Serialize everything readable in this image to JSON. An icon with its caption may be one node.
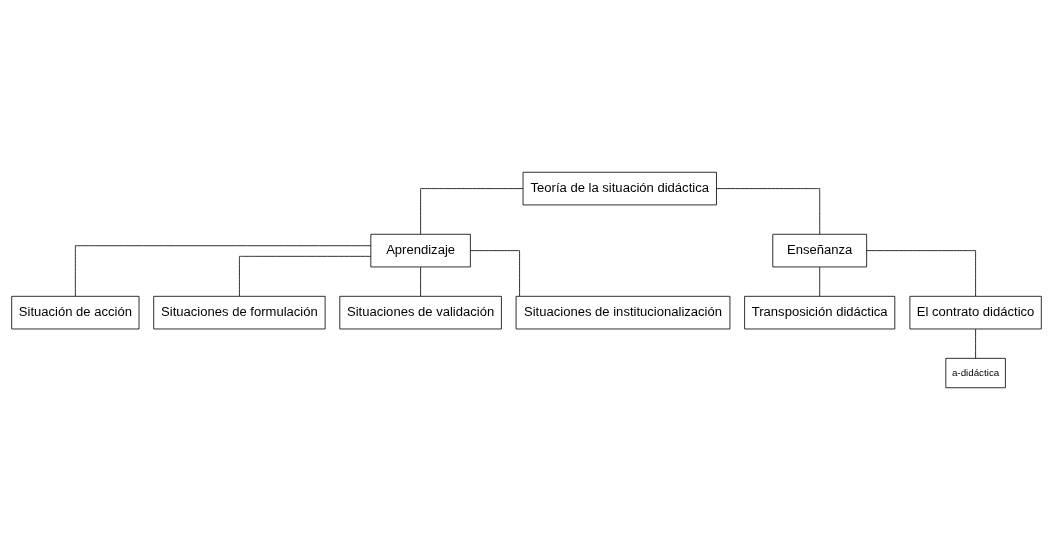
{
  "diagram": {
    "nodes": [
      {
        "text": [
          "Teoría de la situación didáctica"
        ]
      },
      {
        "text": [
          "Aprendizaje"
        ]
      },
      {
        "text": [
          "Enseñanza"
        ]
      },
      {
        "text": [
          "Situación de acción"
        ]
      },
      {
        "text": [
          "Situaciones de formulación"
        ]
      },
      {
        "text": [
          "Situaciones de validación"
        ]
      },
      {
        "text": [
          "Situaciones de institucionalización"
        ]
      },
      {
        "text": [
          "Transposición didáctica"
        ]
      },
      {
        "text": [
          "El contrato didáctico"
        ]
      },
      {
        "text": [
          "a-didáctica"
        ]
      }
    ],
    "edges": [
      {
        "from": 0,
        "to": 1,
        "arrow": "none"
      },
      {
        "from": 0,
        "to": 2,
        "arrow": "none"
      },
      {
        "from": 1,
        "to": 3,
        "arrow": "none"
      },
      {
        "from": 1,
        "to": 4,
        "arrow": "none"
      },
      {
        "from": 1,
        "to": 5,
        "arrow": "none"
      },
      {
        "from": 1,
        "to": 6,
        "arrow": "none"
      },
      {
        "from": 2,
        "to": 7,
        "arrow": "none"
      },
      {
        "from": 2,
        "to": 8,
        "arrow": "none"
      },
      {
        "from": 8,
        "to": 9,
        "arrow": "none"
      }
    ]
  }
}
